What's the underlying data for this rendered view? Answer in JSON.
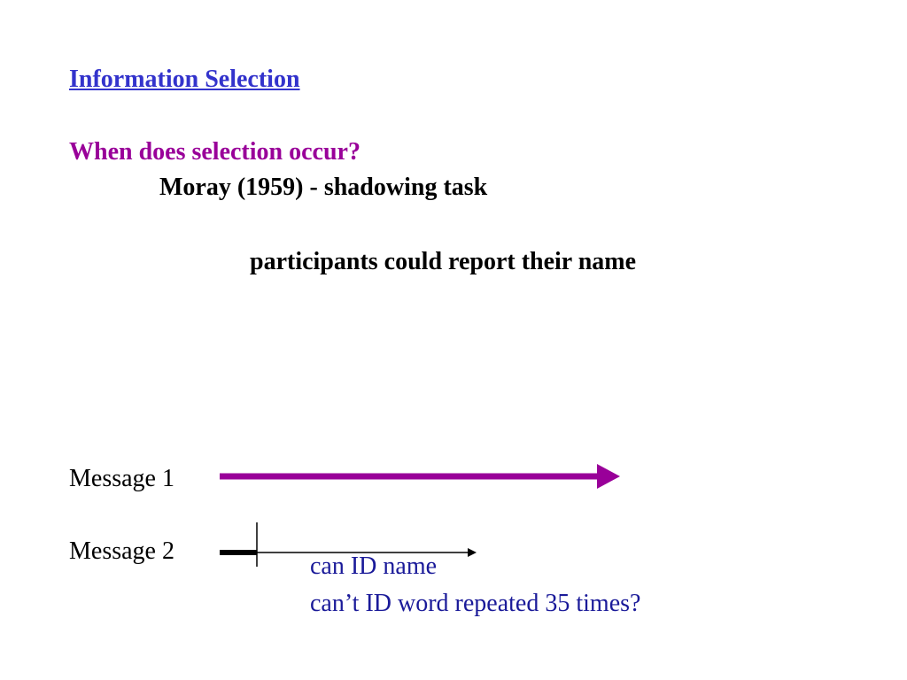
{
  "slide": {
    "title": "Information Selection",
    "question": "When does selection occur?",
    "subpoint": "Moray (1959) - shadowing task",
    "finding": "participants could report their name"
  },
  "diagram": {
    "message1_label": "Message 1",
    "message2_label": "Message 2",
    "note1": "can ID name",
    "note2": "can’t ID word repeated 35 times?"
  },
  "colors": {
    "title": "#3333cc",
    "question": "#990099",
    "arrow_message1": "#990099",
    "notes": "#1a1a99"
  }
}
